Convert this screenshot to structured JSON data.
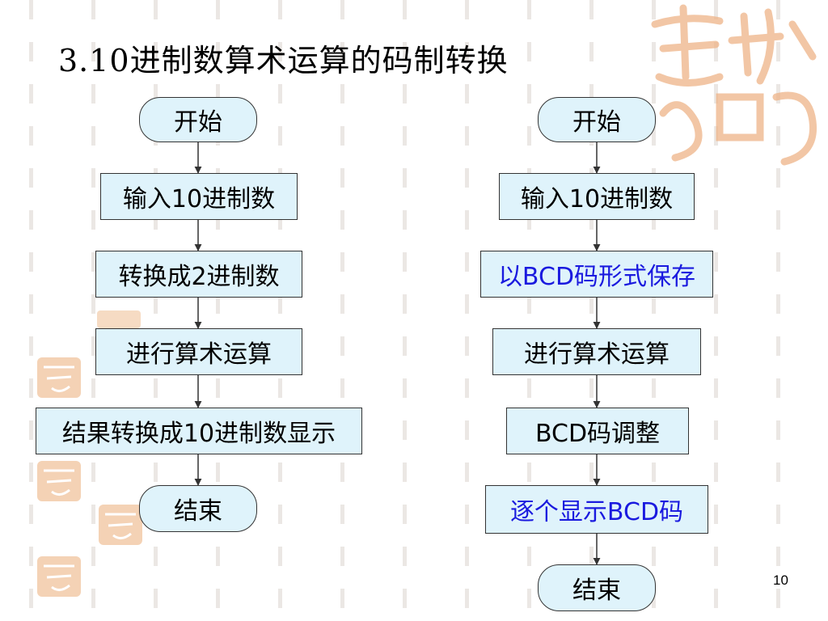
{
  "slide": {
    "title": "3.10进制数算术运算的码制转换",
    "page_number": "10"
  },
  "flow_left": {
    "start": "开始",
    "input": "输入10进制数",
    "convert": "转换成2进制数",
    "compute": "进行算术运算",
    "result": "结果转换成10进制数显示",
    "end": "结束"
  },
  "flow_right": {
    "start": "开始",
    "input": "输入10进制数",
    "store": "以BCD码形式保存",
    "compute": "进行算术运算",
    "adjust": "BCD码调整",
    "display": "逐个显示BCD码",
    "end": "结束"
  },
  "colors": {
    "box_fill": "#dff3fb",
    "highlight_text": "#1a1adf",
    "watermark": "#eeb487"
  }
}
